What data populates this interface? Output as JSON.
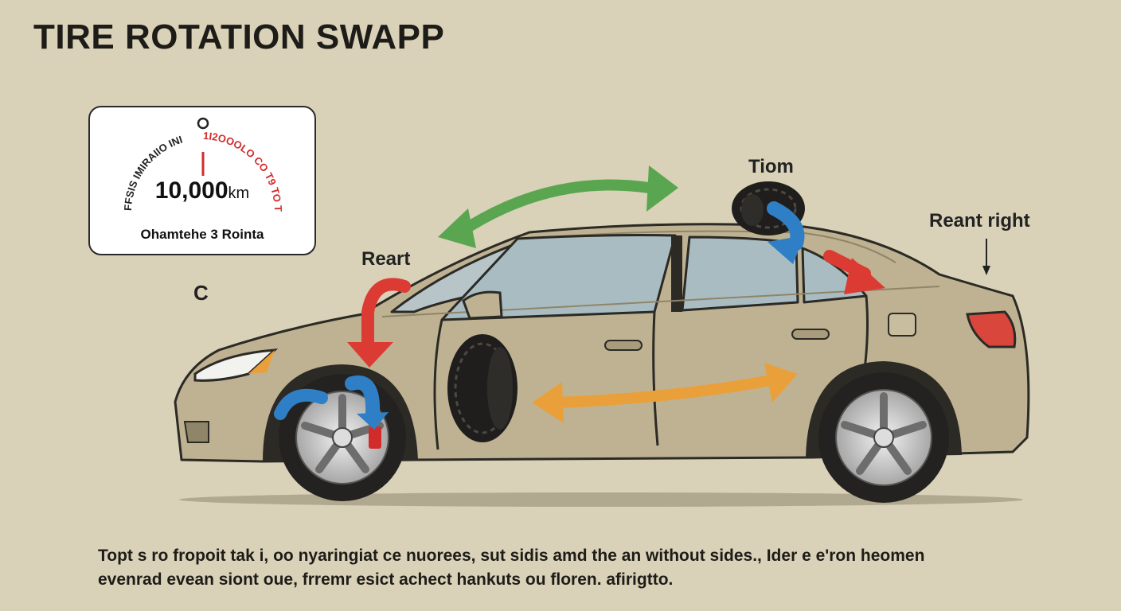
{
  "title": "TIRE ROTATION SWAPP",
  "odometer": {
    "scale_left": "FFSIS IMIRAIIO INI",
    "scale_right": "1I2OOOLO CO T9 TO TCO",
    "reading_value": "10,000",
    "reading_unit": "km",
    "caption": "Ohamtehe 3 Rointa"
  },
  "labels": {
    "c_marker": "C",
    "rear": "Reart",
    "top_tire": "Tiom",
    "rear_right": "Reant right"
  },
  "description": {
    "line1": "Topt s ro fropoit tak i, oo nyaringiat ce nuorees, sut sidis amd  the an without sides., Ider e e'ron heomen",
    "line2": "evenrad evean siont oue, frremr esict achect hankuts ou floren. afirigtto."
  },
  "colors": {
    "background": "#d9d2b8",
    "car_body": "#bfb293",
    "arrow_green": "#5aa54f",
    "arrow_red": "#dc3b34",
    "arrow_blue": "#2f7fc6",
    "arrow_orange": "#eaa03a",
    "odo_red": "#d22b2b"
  }
}
